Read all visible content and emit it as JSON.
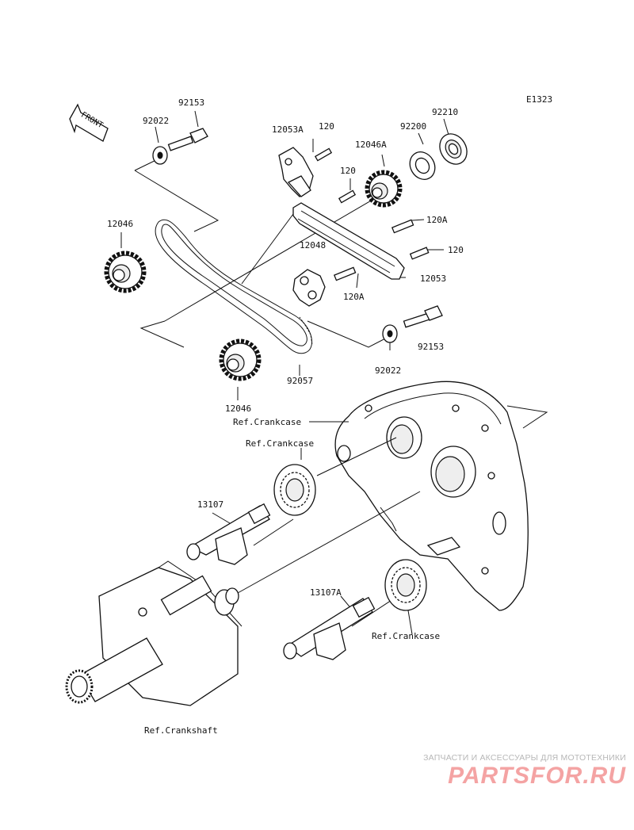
{
  "diagram": {
    "code": "E1323",
    "front": "FRONT",
    "labels": {
      "p92153_top": "92153",
      "p92022_top": "92022",
      "p12053A": "12053A",
      "p120_a": "120",
      "p12046A": "12046A",
      "p92200": "92200",
      "p92210": "92210",
      "p120_b": "120",
      "p120A_a": "120A",
      "p12046": "12046",
      "p120_c": "120",
      "p12048": "12048",
      "p12053": "12053",
      "p120A_b": "120A",
      "p92153_bot": "92153",
      "p92022_bot": "92022",
      "p92057": "92057",
      "p12046_bot": "12046",
      "ref_crankcase_1": "Ref.Crankcase",
      "ref_crankcase_2": "Ref.Crankcase",
      "p13107": "13107",
      "p13107A": "13107A",
      "ref_crankcase_3": "Ref.Crankcase",
      "ref_crankshaft": "Ref.Crankshaft"
    }
  },
  "watermark": {
    "tagline": "ЗАПЧАСТИ И АКСЕССУАРЫ ДЛЯ МОТОТЕХНИКИ",
    "logo": "PARTSFOR.RU"
  }
}
